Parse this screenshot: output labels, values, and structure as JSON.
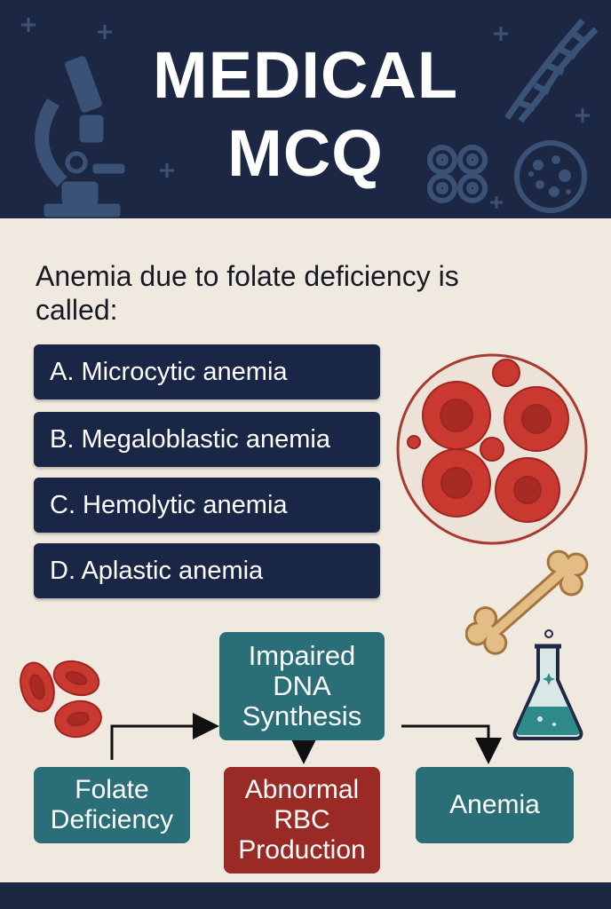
{
  "header": {
    "title_line1": "MEDICAL",
    "title_line2": "MCQ"
  },
  "question": {
    "text": "Anemia due to folate deficiency is called:"
  },
  "options": [
    {
      "label": "A. Microcytic anemia"
    },
    {
      "label": "B. Megaloblastic anemia"
    },
    {
      "label": "C. Hemolytic anemia"
    },
    {
      "label": "D. Aplastic anemia"
    }
  ],
  "flow": {
    "dna": [
      "Impaired",
      "DNA",
      "Synthesis"
    ],
    "folate": [
      "Folate",
      "Deficiency"
    ],
    "rbc": [
      "Abnormal",
      "RBC",
      "Production"
    ],
    "anemia": [
      "Anemia"
    ]
  },
  "colors": {
    "header_bg": "#1c2743",
    "page_bg": "#efe9df",
    "option_bg": "#1a2645",
    "teal_box": "#2a6e77",
    "red_box": "#9a2a26"
  },
  "icons": [
    "microscope-icon",
    "dna-icon",
    "petri-dish-icon",
    "blood-cells-icon",
    "bone-icon",
    "flask-icon"
  ]
}
